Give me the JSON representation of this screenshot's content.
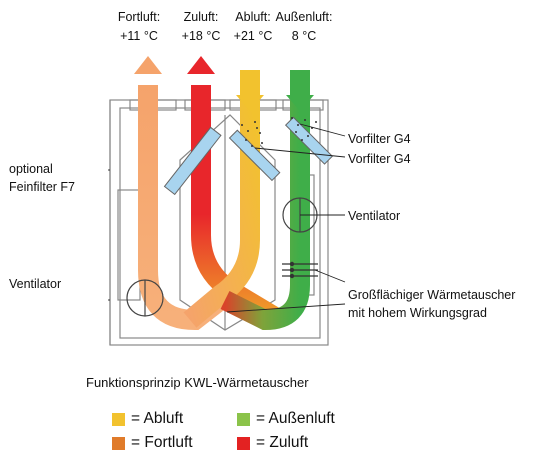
{
  "header": {
    "columns": [
      {
        "name": "Fortluft:",
        "temp": "+11 °C"
      },
      {
        "name": "Zuluft:",
        "temp": "+18 °C"
      },
      {
        "name": "Abluft:",
        "temp": "+21 °C"
      },
      {
        "name": "Außenluft:",
        "temp": "8 °C"
      }
    ]
  },
  "labels": {
    "vorfilter_1": "Vorfilter G4",
    "vorfilter_2": "Vorfilter G4",
    "optional_line1": "optional",
    "optional_line2": "Feinfilter F7",
    "ventilator_right": "Ventilator",
    "ventilator_left": "Ventilator",
    "heat_exchanger_line1": "Großflächiger Wärmetauscher",
    "heat_exchanger_line2": "mit hohem Wirkungsgrad"
  },
  "caption": "Funktionsprinzip KWL-Wärmetauscher",
  "legend": [
    {
      "label": "= Abluft",
      "color": "#f2c22e"
    },
    {
      "label": "= Außenluft",
      "color": "#8bc34a"
    },
    {
      "label": "= Fortluft",
      "color": "#e07b2a"
    },
    {
      "label": "= Zuluft",
      "color": "#e32222"
    }
  ],
  "colors": {
    "fortluft": "#f5a36b",
    "zuluft": "#e8262b",
    "abluft": "#f2c22e",
    "aussenluft": "#3fae49"
  }
}
